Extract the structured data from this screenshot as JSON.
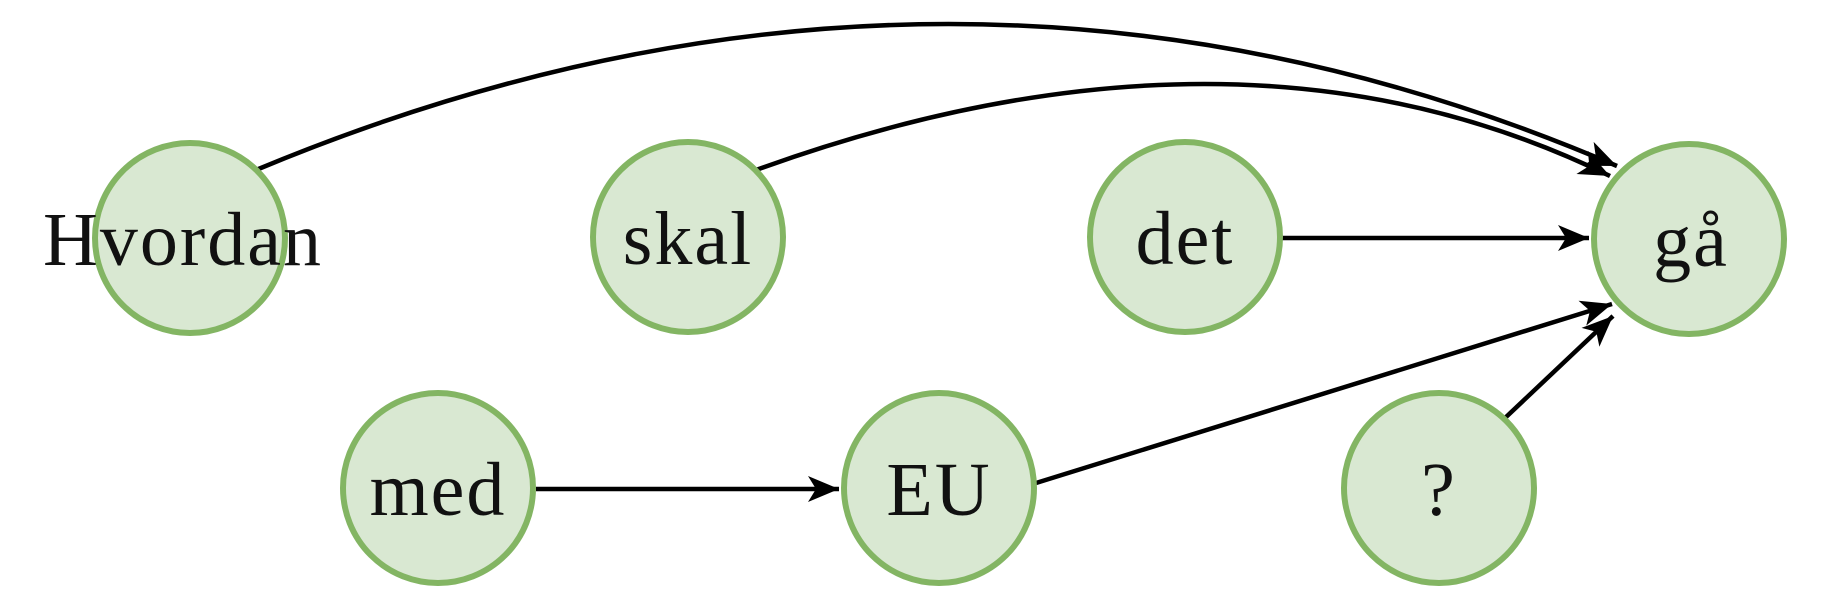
{
  "diagram": {
    "sentence": "Hvordan skal det gå med EU ?",
    "nodes": [
      {
        "id": "hvordan",
        "label": "Hvordan"
      },
      {
        "id": "skal",
        "label": "skal"
      },
      {
        "id": "det",
        "label": "det"
      },
      {
        "id": "gaa",
        "label": "gå"
      },
      {
        "id": "med",
        "label": "med"
      },
      {
        "id": "eu",
        "label": "EU"
      },
      {
        "id": "qmark",
        "label": "?"
      }
    ],
    "edges": [
      {
        "from": "Hvordan",
        "to": "gå"
      },
      {
        "from": "skal",
        "to": "gå"
      },
      {
        "from": "det",
        "to": "gå"
      },
      {
        "from": "med",
        "to": "EU"
      },
      {
        "from": "EU",
        "to": "gå"
      },
      {
        "from": "?",
        "to": "gå"
      }
    ],
    "colors": {
      "node_fill": "#d9e8d2",
      "node_stroke": "#83b563",
      "edge": "#000000",
      "text": "#111111",
      "background": "#ffffff"
    }
  }
}
